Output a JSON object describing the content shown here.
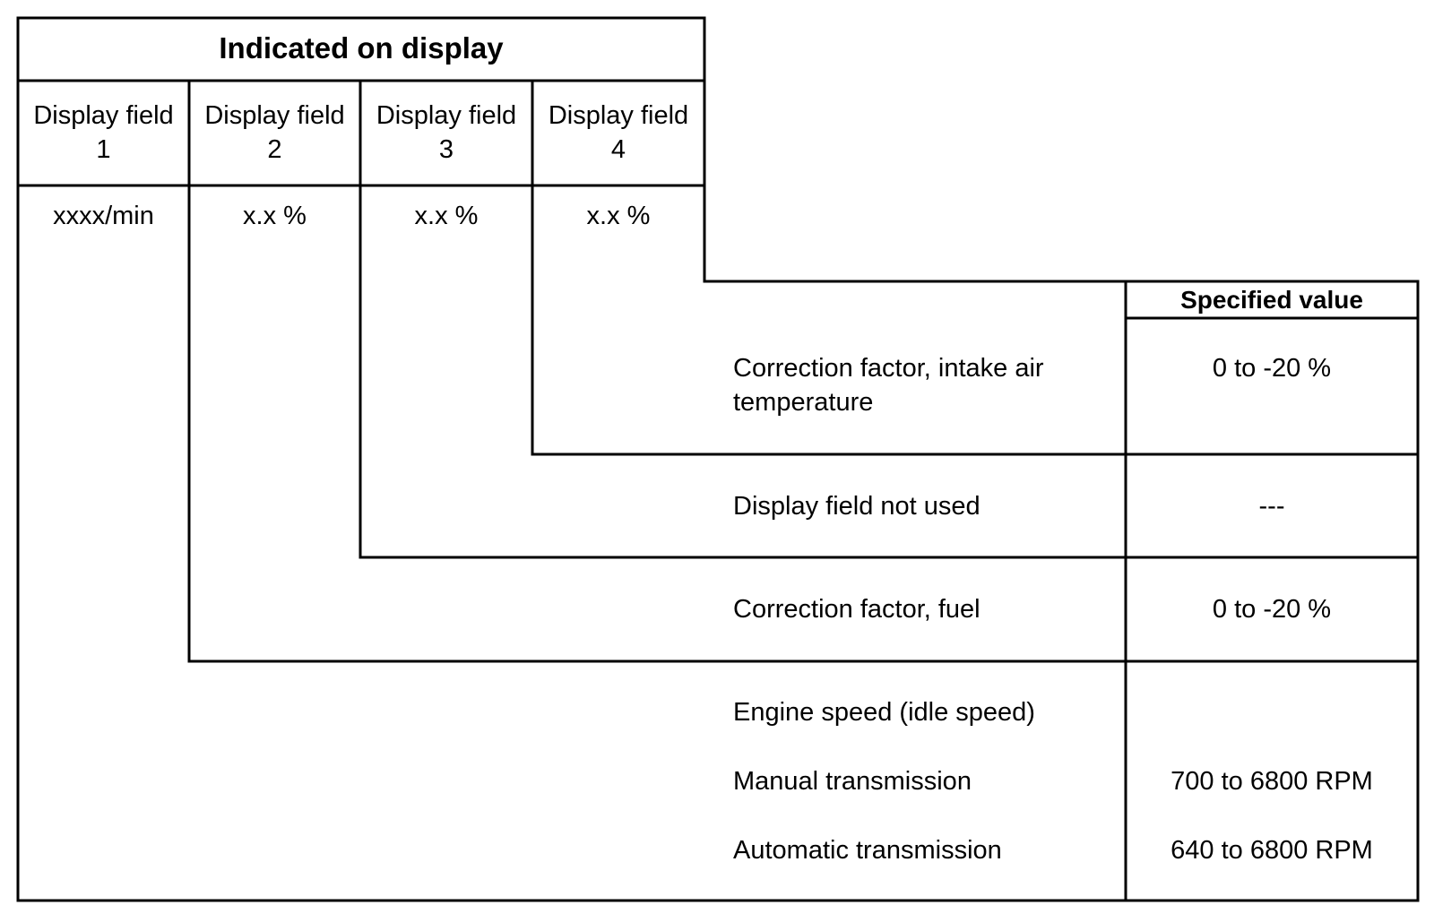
{
  "header": {
    "title": "Indicated on display",
    "specified_value_label": "Specified value"
  },
  "display_fields": [
    {
      "label": "Display field",
      "number": "1",
      "value": "xxxx/min"
    },
    {
      "label": "Display field",
      "number": "2",
      "value": "x.x %"
    },
    {
      "label": "Display field",
      "number": "3",
      "value": "x.x %"
    },
    {
      "label": "Display field",
      "number": "4",
      "value": "x.x %"
    }
  ],
  "rows": [
    {
      "description": "Correction factor, intake air temperature",
      "specified": "0 to -20 %"
    },
    {
      "description": "Display field not used",
      "specified": "---"
    },
    {
      "description": "Correction factor, fuel",
      "specified": "0 to -20 %"
    }
  ],
  "engine_speed": {
    "label": "Engine speed (idle speed)",
    "items": [
      {
        "description": "Manual transmission",
        "specified": "700 to 6800 RPM"
      },
      {
        "description": "Automatic transmission",
        "specified": "640 to 6800 RPM"
      }
    ]
  }
}
